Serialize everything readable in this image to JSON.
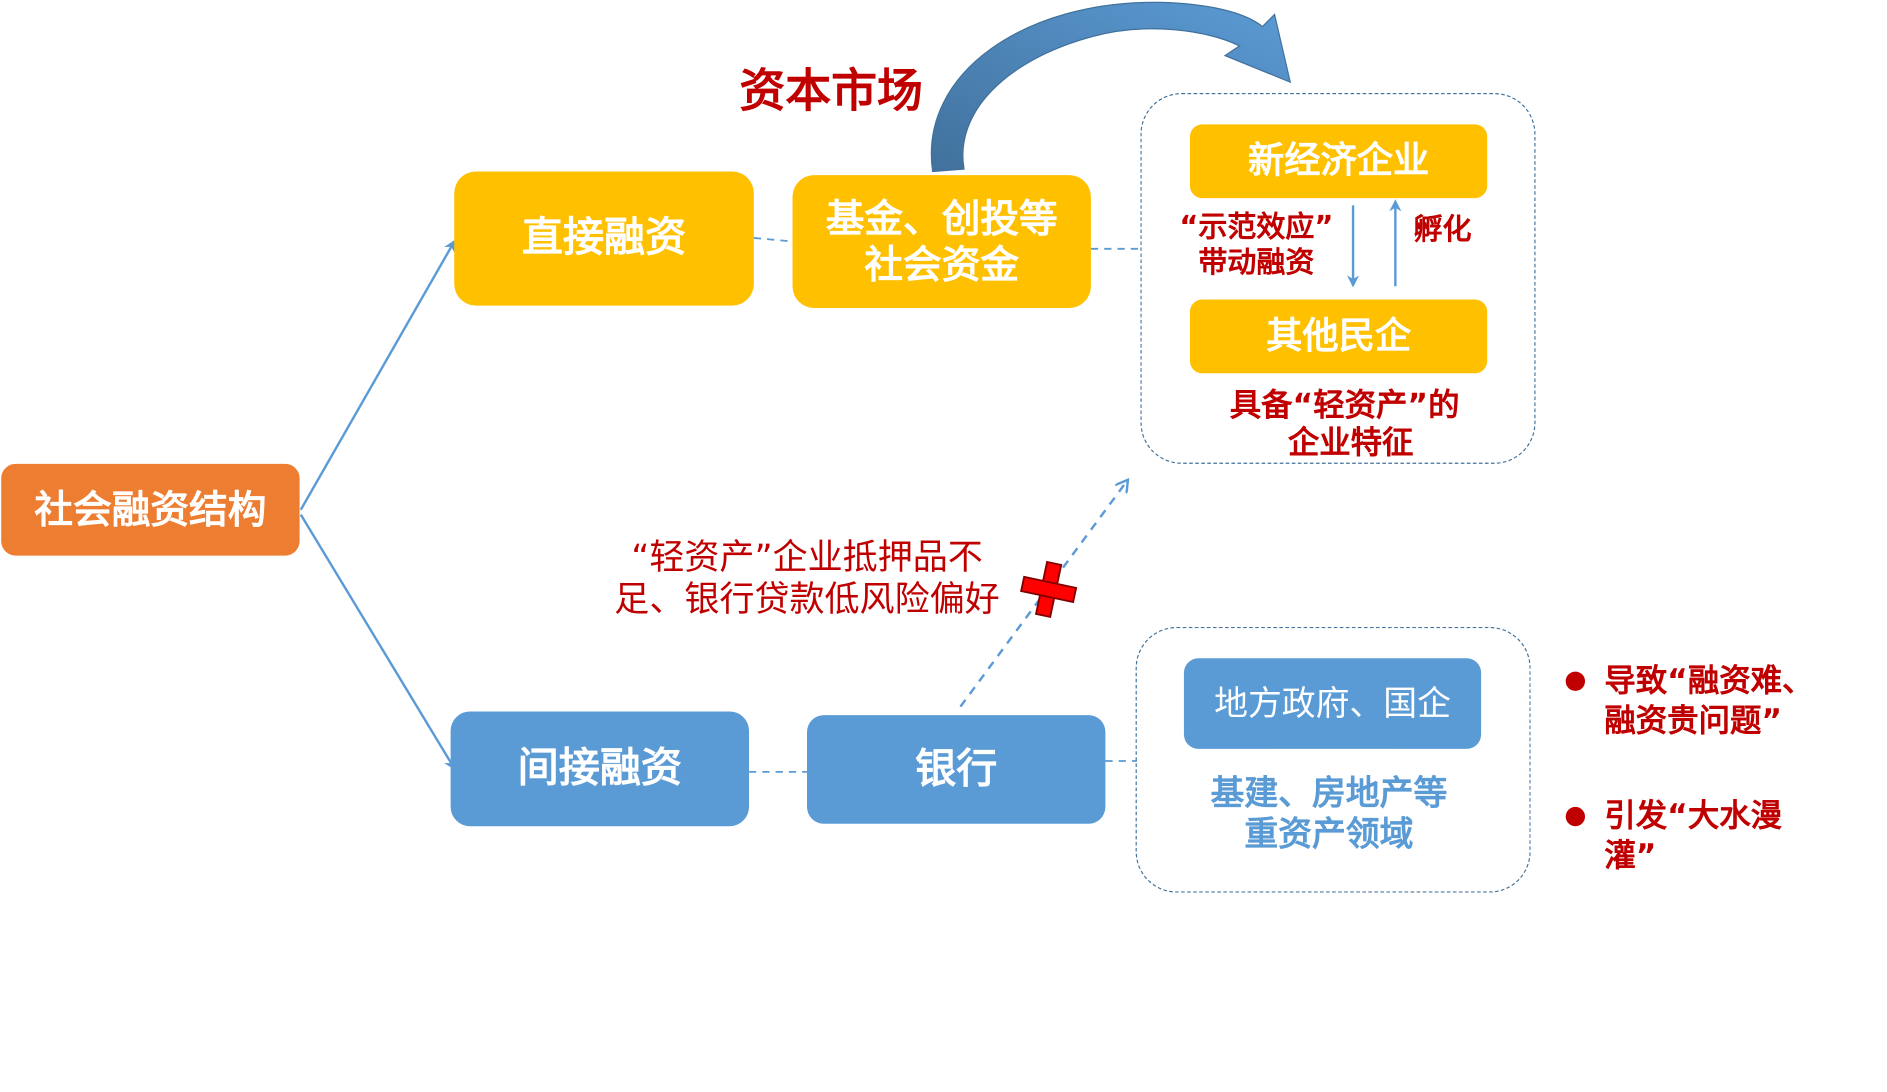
{
  "nodes": {
    "root": "社会融资结构",
    "direct": "直接融资",
    "indirect": "间接融资",
    "fund_line1": "基金、创投等",
    "fund_line2": "社会资金",
    "bank": "银行",
    "new_economy": "新经济企业",
    "other_private": "其他民企",
    "local_gov": "地方政府、国企"
  },
  "labels": {
    "capital_market": "资本市场",
    "demo_effect_line1": "“示范效应”",
    "demo_effect_line2": "带动融资",
    "incubate": "孵化",
    "light_asset_line1": "具备“轻资产”的",
    "light_asset_line2": "企业特征",
    "heavy_asset_line1": "基建、房地产等",
    "heavy_asset_line2": "重资产领域",
    "obstacle_line1": "“轻资产”企业抵押品不",
    "obstacle_line2": "足、银行贷款低风险偏好"
  },
  "bullets": [
    {
      "line1": "导致“融资难、",
      "line2": "融资贵问题”"
    },
    {
      "line1": "引发“大水漫",
      "line2": "灌”"
    }
  ],
  "colors": {
    "yellow": "#ffc000",
    "blue": "#5b9bd5",
    "orange": "#ed7d31",
    "red": "#c00000",
    "dark_blue": "#41719c"
  },
  "icons": {
    "blocked_cross": "red-cross-icon",
    "big_arrow": "curved-arrow-icon"
  }
}
